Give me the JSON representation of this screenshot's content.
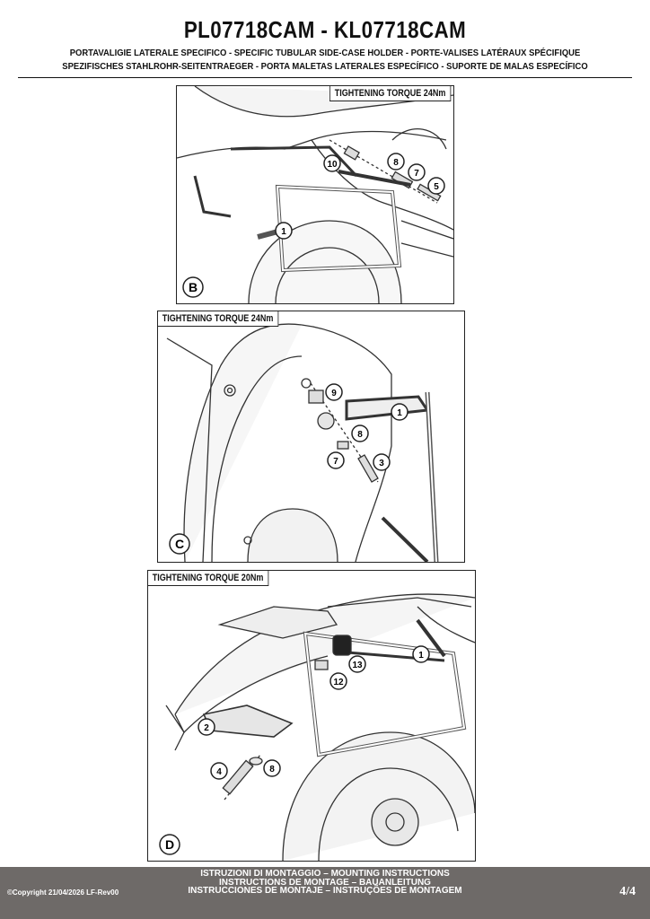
{
  "header": {
    "title": "PL07718CAM - KL07718CAM",
    "subtitle_line1": "PORTAVALIGIE LATERALE SPECIFICO  -  SPECIFIC TUBULAR SIDE-CASE HOLDER  - PORTE-VALISES LATÉRAUX SPÉCIFIQUE",
    "subtitle_line2": "SPEZIFISCHES STAHLROHR-SEITENTRAEGER - PORTA MALETAS LATERALES ESPECÍFICO - SUPORTE DE MALAS ESPECÍFICO"
  },
  "panels": [
    {
      "id": "B",
      "torque": "TIGHTENING TORQUE 24Nm",
      "callouts": [
        "10",
        "8",
        "7",
        "5",
        "1"
      ]
    },
    {
      "id": "C",
      "torque": "TIGHTENING TORQUE 24Nm",
      "callouts": [
        "9",
        "1",
        "8",
        "7",
        "3"
      ]
    },
    {
      "id": "D",
      "torque": "TIGHTENING TORQUE 20Nm",
      "callouts": [
        "1",
        "13",
        "12",
        "2",
        "4",
        "8"
      ]
    }
  ],
  "footer": {
    "line1": "ISTRUZIONI DI MONTAGGIO  –  MOUNTING INSTRUCTIONS",
    "line2": "INSTRUCTIONS DE MONTAGE – BAUANLEITUNG",
    "line3": "INSTRUCCIONES DE MONTAJE – INSTRUÇÕES DE MONTAGEM",
    "copyright": "©Copyright 21/04/2026 LF-Rev00",
    "page": "4/4"
  },
  "colors": {
    "footer_bg": "#6e6a68",
    "line": "#333333",
    "fill": "#f4f4f4"
  }
}
